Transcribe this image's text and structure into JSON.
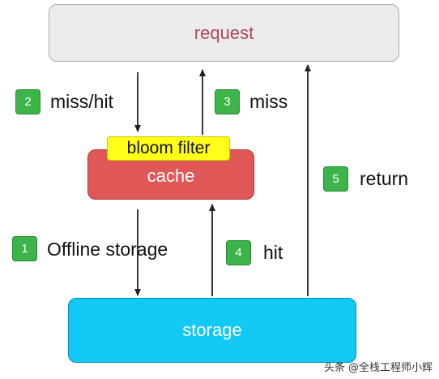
{
  "nodes": {
    "request": "request",
    "bloom_filter": "bloom filter",
    "cache": "cache",
    "storage": "storage"
  },
  "steps": [
    {
      "number": "1",
      "label": "Offline storage"
    },
    {
      "number": "2",
      "label": "miss/hit"
    },
    {
      "number": "3",
      "label": "miss"
    },
    {
      "number": "4",
      "label": "hit"
    },
    {
      "number": "5",
      "label": "return"
    }
  ],
  "colors": {
    "request_fill": "#ebebeb",
    "request_text": "#b0475a",
    "cache_fill": "#e05757",
    "bloom_fill": "#ffff19",
    "storage_fill": "#12c8f5",
    "badge_fill": "#3cb44a"
  },
  "watermark": "头条 @全栈工程师小辉"
}
